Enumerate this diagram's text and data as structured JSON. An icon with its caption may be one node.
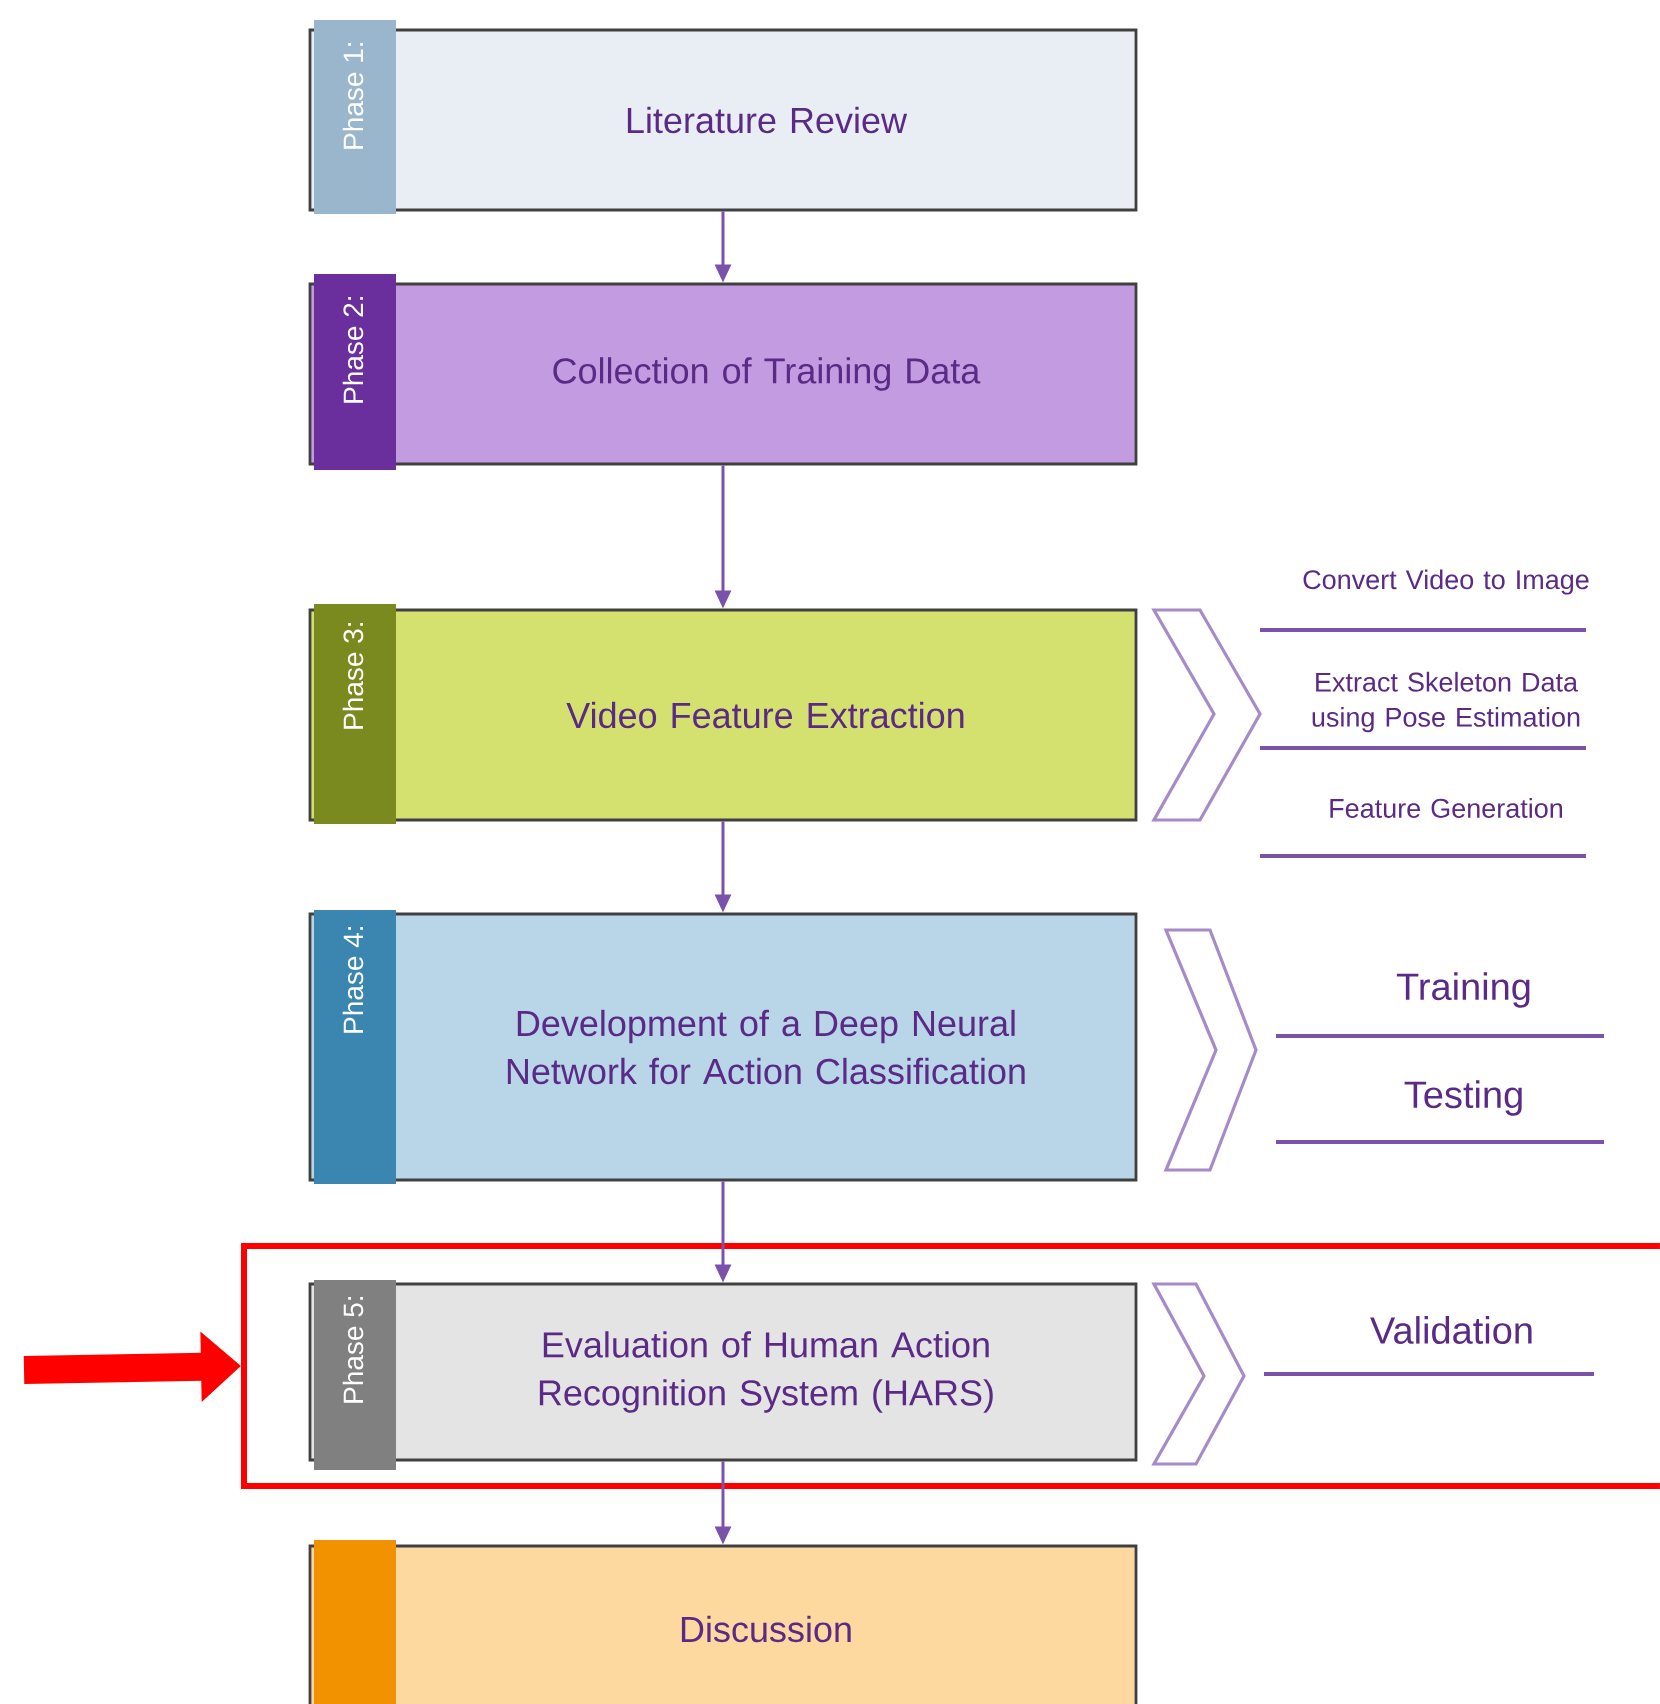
{
  "diagram": {
    "nodes": [
      {
        "text": [
          "Phase 1:",
          "Literature Review"
        ]
      },
      {
        "text": [
          "Phase 2:",
          "Collection of Training Data"
        ]
      },
      {
        "text": [
          "Phase 3:",
          "Video Feature Extraction"
        ]
      },
      {
        "text": [
          "Phase 4:",
          "Development of a Deep Neural Network for Action Classification"
        ]
      },
      {
        "text": [],
        "shape": "box"
      },
      {
        "text": [
          "Phase 5:",
          "Evaluation of Human Action Recognition System (HARS)"
        ],
        "in": 4
      },
      {
        "text": [
          "Discussion"
        ]
      }
    ],
    "edges": [
      {
        "from": 0,
        "to": 1,
        "arrow": "to"
      },
      {
        "from": 1,
        "to": 2,
        "arrow": "to"
      },
      {
        "from": 2,
        "to": 3,
        "arrow": "to"
      },
      {
        "from": 3,
        "to": 5,
        "arrow": "to"
      },
      {
        "from": 5,
        "to": 6,
        "arrow": "to"
      },
      {
        "from": null,
        "to": 4,
        "arrow": "to",
        "style": "thick",
        "color": "#ff0000"
      }
    ],
    "labels": [
      "Convert Video to Image",
      "Extract Skeleton Data using Pose Estimation",
      "Feature Generation",
      "Training",
      "Testing",
      "Validation"
    ]
  }
}
